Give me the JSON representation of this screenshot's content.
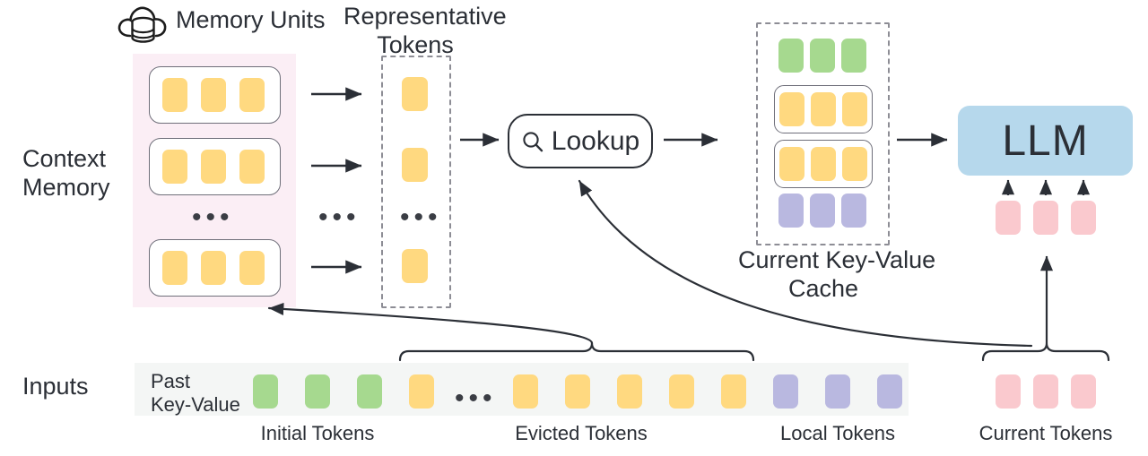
{
  "diagram": {
    "title_icon": "cloud-database-icon",
    "row_labels": {
      "context_memory": "Context\nMemory",
      "inputs": "Inputs"
    },
    "headings": {
      "memory_units": "Memory Units",
      "representative_tokens": "Representative\nTokens",
      "current_kv_cache": "Current Key-Value\nCache"
    },
    "lookup": {
      "label": "Lookup",
      "icon": "magnifier-icon"
    },
    "llm": {
      "label": "LLM"
    },
    "inputs": {
      "past_kv_label": "Past\nKey-Value",
      "ellipsis": "•••",
      "group_labels": {
        "initial": "Initial Tokens",
        "evicted": "Evicted Tokens",
        "local": "Local Tokens",
        "current": "Current Tokens"
      },
      "sequence": [
        {
          "type": "green",
          "group": "initial"
        },
        {
          "type": "green",
          "group": "initial"
        },
        {
          "type": "green",
          "group": "initial"
        },
        {
          "type": "yellow",
          "group": "evicted"
        },
        {
          "type": "ellipsis",
          "group": "evicted"
        },
        {
          "type": "yellow",
          "group": "evicted"
        },
        {
          "type": "yellow",
          "group": "evicted"
        },
        {
          "type": "yellow",
          "group": "evicted"
        },
        {
          "type": "yellow",
          "group": "evicted"
        },
        {
          "type": "yellow",
          "group": "evicted"
        },
        {
          "type": "purple",
          "group": "local"
        },
        {
          "type": "purple",
          "group": "local"
        },
        {
          "type": "purple",
          "group": "local"
        }
      ],
      "current_tokens": [
        "pink",
        "pink",
        "pink"
      ]
    },
    "memory_units": [
      {
        "tokens": [
          "yellow",
          "yellow",
          "yellow"
        ]
      },
      {
        "tokens": [
          "yellow",
          "yellow",
          "yellow"
        ]
      },
      {
        "ellipsis": "•••"
      },
      {
        "tokens": [
          "yellow",
          "yellow",
          "yellow"
        ]
      }
    ],
    "representative_tokens": [
      {
        "type": "yellow"
      },
      {
        "type": "yellow"
      },
      {
        "type": "ellipsis",
        "text": "•••"
      },
      {
        "type": "yellow"
      }
    ],
    "kv_cache_rows": [
      {
        "boxed": false,
        "tokens": [
          "green",
          "green",
          "green"
        ]
      },
      {
        "boxed": true,
        "tokens": [
          "yellow",
          "yellow",
          "yellow"
        ]
      },
      {
        "boxed": true,
        "tokens": [
          "yellow",
          "yellow",
          "yellow"
        ]
      },
      {
        "boxed": false,
        "tokens": [
          "purple",
          "purple",
          "purple"
        ]
      }
    ],
    "ellipsis_between_arrows": "•••",
    "colors": {
      "yellow": "#ffd980",
      "green": "#a6d98f",
      "purple": "#b9b8e0",
      "pink": "#fac9ce",
      "llm_blue": "#b6d8ec",
      "memory_panel_pink": "#fbeef5",
      "input_strip_gray": "#f4f6f5",
      "stroke": "#2b2f36",
      "dashed_stroke": "#8d8d95"
    }
  }
}
